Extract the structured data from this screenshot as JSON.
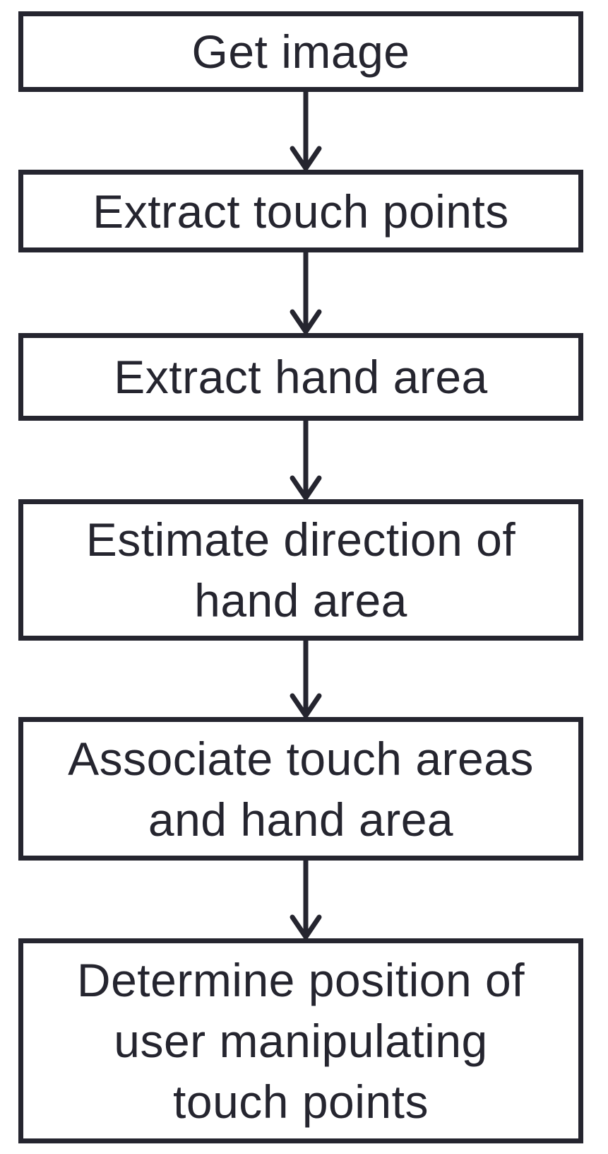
{
  "flowchart": {
    "steps": [
      {
        "label": "Get image"
      },
      {
        "label": "Extract touch points"
      },
      {
        "label": "Extract hand area"
      },
      {
        "label": "Estimate direction of\nhand area"
      },
      {
        "label": "Associate touch areas\nand hand area"
      },
      {
        "label": "Determine position of\nuser manipulating\ntouch points"
      }
    ]
  },
  "colors": {
    "stroke": "#25252f",
    "background": "#ffffff"
  }
}
